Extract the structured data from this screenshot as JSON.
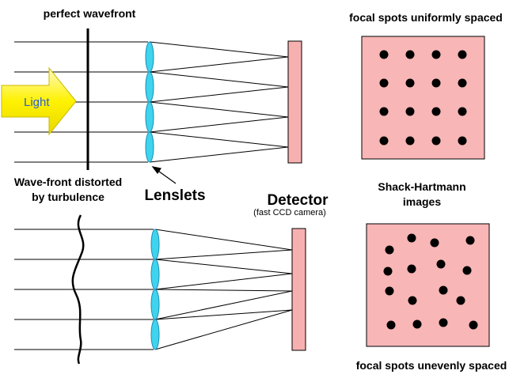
{
  "labels": {
    "perfect_wavefront": "perfect wavefront",
    "light": "Light",
    "wavefront_distorted_line1": "Wave-front distorted",
    "wavefront_distorted_line2": "by turbulence",
    "lenslets": "Lenslets",
    "detector": "Detector",
    "detector_sub": "(fast CCD camera)",
    "shack_line1": "Shack-Hartmann",
    "shack_line2": "images",
    "spots_uniform": "focal spots uniformly spaced",
    "spots_uneven": "focal spots unevenly spaced"
  },
  "colors": {
    "detector_fill": "#f7b0b0",
    "panel_fill": "#f8b6b6",
    "lens_fill": "#3fd3ee",
    "arrow_fill": "#fff200",
    "light_text": "#2a5fd6"
  }
}
